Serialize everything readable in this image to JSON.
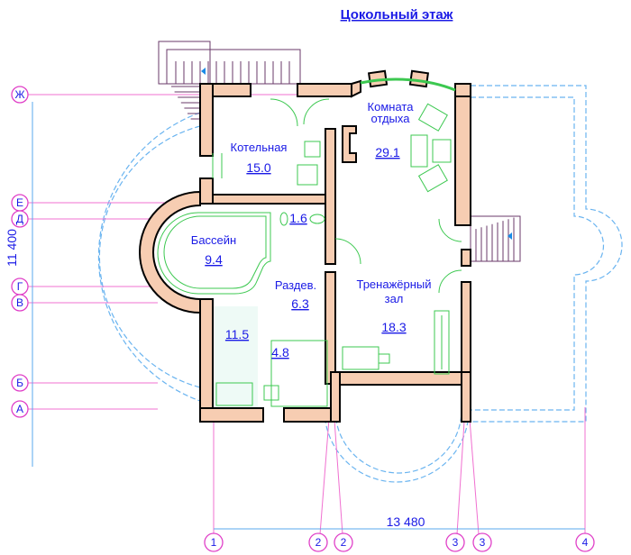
{
  "title": "Цокольный этаж",
  "rooms": {
    "boiler": {
      "name": "Котельная",
      "area": "15.0"
    },
    "lounge": {
      "name_line1": "Комната",
      "name_line2": "отдыха",
      "area": "29.1"
    },
    "pool": {
      "name": "Бассейн",
      "area": "9.4"
    },
    "wc": {
      "area": "1.6"
    },
    "changing": {
      "name": "Раздев.",
      "area": "6.3"
    },
    "gym": {
      "name_line1": "Тренажёрный",
      "name_line2": "зал",
      "area": "18.3"
    },
    "shower": {
      "area": "11.5"
    },
    "sauna": {
      "area": "4.8"
    }
  },
  "axes": {
    "rows": [
      "Ж",
      "Е",
      "Д",
      "Г",
      "В",
      "Б",
      "А"
    ],
    "columns": [
      "1",
      "2",
      "2",
      "3",
      "3",
      "4"
    ]
  },
  "dimensions": {
    "height": "11 400",
    "width": "13 480"
  },
  "colors": {
    "text": "#1a1ae6",
    "wall": "#f7cdb2",
    "axis": "#e040c8",
    "fixture": "#3cc850",
    "terrace": "#6ab4f0"
  }
}
